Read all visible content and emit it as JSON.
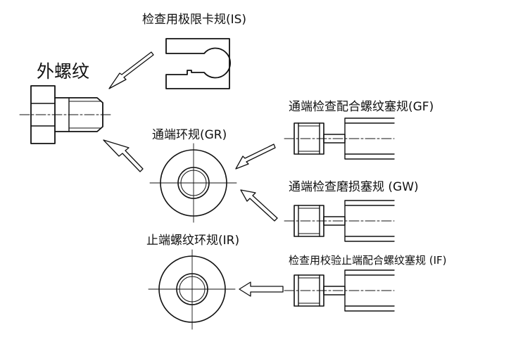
{
  "labels": {
    "external_thread": "外螺纹",
    "limit_snap_gauge": "检查用极限卡规(IS)",
    "go_ring_gauge": "通端环规(GR)",
    "nogo_ring_gauge": "止端螺纹环规(IR)",
    "go_fit_plug_gauge": "通端检查配合螺纹塞规(GF)",
    "go_wear_plug_gauge": "通端检查磨损塞规 (GW)",
    "nogo_check_plug_gauge": "检查用校验止端配合螺纹塞规 (IF)"
  },
  "colors": {
    "ink": "#111111",
    "background": "#ffffff"
  }
}
